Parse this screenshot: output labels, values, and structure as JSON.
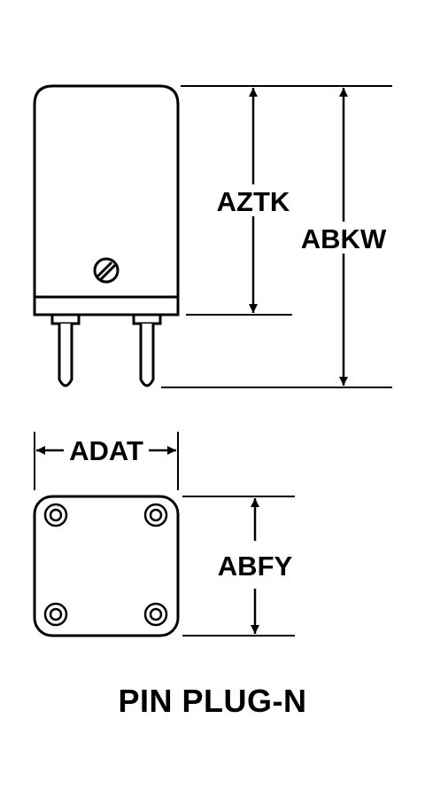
{
  "dimensions": {
    "height_upper": "AZTK",
    "height_overall": "ABKW",
    "width": "ADAT",
    "depth": "ABFY"
  },
  "title": "PIN PLUG-N"
}
